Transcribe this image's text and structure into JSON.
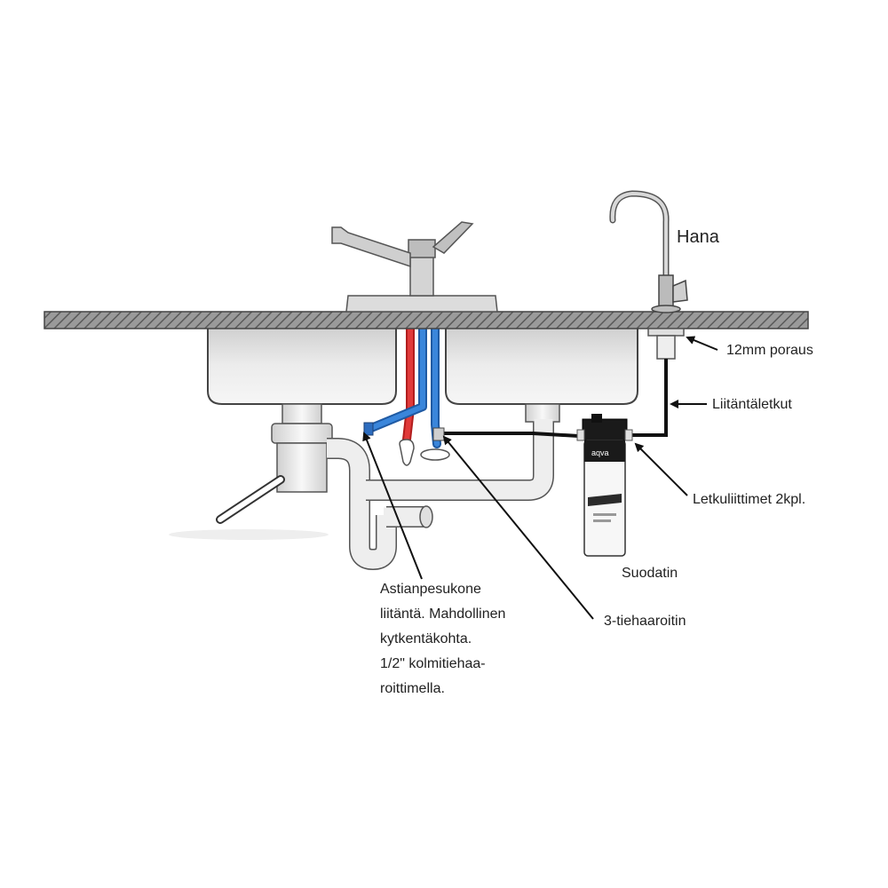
{
  "labels": {
    "hana": "Hana",
    "poraus": "12mm poraus",
    "liitantaletkut": "Liitäntäletkut",
    "letkuliittimet": "Letkuliittimet 2kpl.",
    "suodatin": "Suodatin",
    "tiehaaroitin": "3-tiehaaroitin",
    "astianpesukone": [
      "Astianpesukone",
      "liitäntä. Mahdollinen",
      "kytkentäkohta.",
      "1/2\" kolmitiehaa-",
      "roittimella."
    ]
  },
  "filter_brand": "aqva",
  "colors": {
    "hot_pipe": "#d42a2a",
    "cold_pipe": "#2f74c9",
    "countertop": "#8c8c8c",
    "sink_fill": "#e6e6e6",
    "outline": "#333333",
    "hose": "#111111"
  }
}
